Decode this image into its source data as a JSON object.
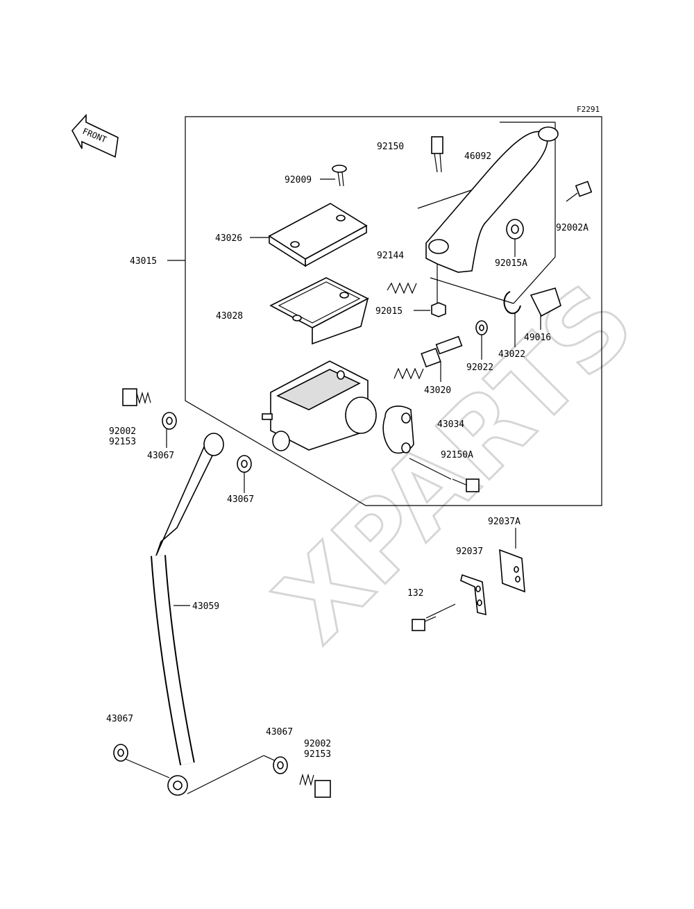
{
  "figure_code": "F2291",
  "front_label": "FRONT",
  "watermark": "XPARTS",
  "parts": [
    {
      "id": "p92150",
      "number": "92150"
    },
    {
      "id": "p46092",
      "number": "46092"
    },
    {
      "id": "p92009",
      "number": "92009"
    },
    {
      "id": "p92002A",
      "number": "92002A"
    },
    {
      "id": "p43026",
      "number": "43026"
    },
    {
      "id": "p43015",
      "number": "43015"
    },
    {
      "id": "p92015A",
      "number": "92015A"
    },
    {
      "id": "p92144",
      "number": "92144"
    },
    {
      "id": "p43028",
      "number": "43028"
    },
    {
      "id": "p92015",
      "number": "92015"
    },
    {
      "id": "p49016",
      "number": "49016"
    },
    {
      "id": "p43022",
      "number": "43022"
    },
    {
      "id": "p92022",
      "number": "92022"
    },
    {
      "id": "p43020",
      "number": "43020"
    },
    {
      "id": "p92002_a",
      "number": "92002"
    },
    {
      "id": "p92153_a",
      "number": "92153"
    },
    {
      "id": "p43034",
      "number": "43034"
    },
    {
      "id": "p43067_a",
      "number": "43067"
    },
    {
      "id": "p92150A",
      "number": "92150A"
    },
    {
      "id": "p43067_b",
      "number": "43067"
    },
    {
      "id": "p92037A",
      "number": "92037A"
    },
    {
      "id": "p92037",
      "number": "92037"
    },
    {
      "id": "p132",
      "number": "132"
    },
    {
      "id": "p43059",
      "number": "43059"
    },
    {
      "id": "p43067_c",
      "number": "43067"
    },
    {
      "id": "p43067_d",
      "number": "43067"
    },
    {
      "id": "p92002_b",
      "number": "92002"
    },
    {
      "id": "p92153_b",
      "number": "92153"
    }
  ]
}
